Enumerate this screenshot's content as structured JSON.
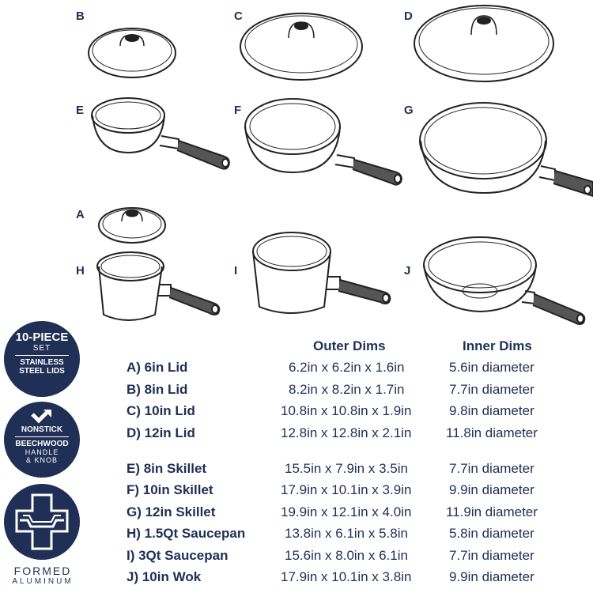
{
  "item_letters": [
    "B",
    "C",
    "D",
    "E",
    "F",
    "G",
    "A",
    "H",
    "I",
    "J"
  ],
  "headers": {
    "outer": "Outer Dims",
    "inner": "Inner Dims"
  },
  "rows": [
    {
      "name": "A)  6in Lid",
      "outer": "6.2in x 6.2in x 1.6in",
      "inner": "5.6in diameter"
    },
    {
      "name": "B)  8in Lid",
      "outer": "8.2in x 8.2in x 1.7in",
      "inner": "7.7in diameter"
    },
    {
      "name": "C)  10in Lid",
      "outer": "10.8in x 10.8in x 1.9in",
      "inner": "9.8in diameter"
    },
    {
      "name": "D)  12in Lid",
      "outer": "12.8in x 12.8in x 2.1in",
      "inner": "11.8in diameter"
    },
    {
      "name": "E)  8in Skillet",
      "outer": "15.5in x 7.9in x 3.5in",
      "inner": "7.7in diameter"
    },
    {
      "name": "F)  10in Skillet",
      "outer": "17.9in x 10.1in x 3.9in",
      "inner": "9.9in diameter"
    },
    {
      "name": "G)  12in Skillet",
      "outer": "19.9in x 12.1in x 4.0in",
      "inner": "11.9in diameter"
    },
    {
      "name": "H)  1.5Qt Saucepan",
      "outer": "13.8in x 6.1in x 5.8in",
      "inner": "5.8in diameter"
    },
    {
      "name": "I)   3Qt Saucepan",
      "outer": "15.6in x 8.0in x 6.1in",
      "inner": "7.7in diameter"
    },
    {
      "name": "J)  10in Wok",
      "outer": "17.9in x 10.1in x 3.8in",
      "inner": "9.9in diameter"
    }
  ],
  "badges": {
    "set": {
      "line1": "10-PIECE",
      "line2": "SET",
      "line3": "STAINLESS",
      "line4": "STEEL LIDS"
    },
    "nonstick": {
      "line1": "NONSTICK",
      "line2": "BEECHWOOD",
      "line3": "HANDLE",
      "line4": "& KNOB"
    },
    "formed": {
      "line1": "FORMED",
      "line2": "ALUMINUM"
    }
  },
  "colors": {
    "brand": "#1f2f55",
    "line": "#222222",
    "handle": "#555555"
  }
}
